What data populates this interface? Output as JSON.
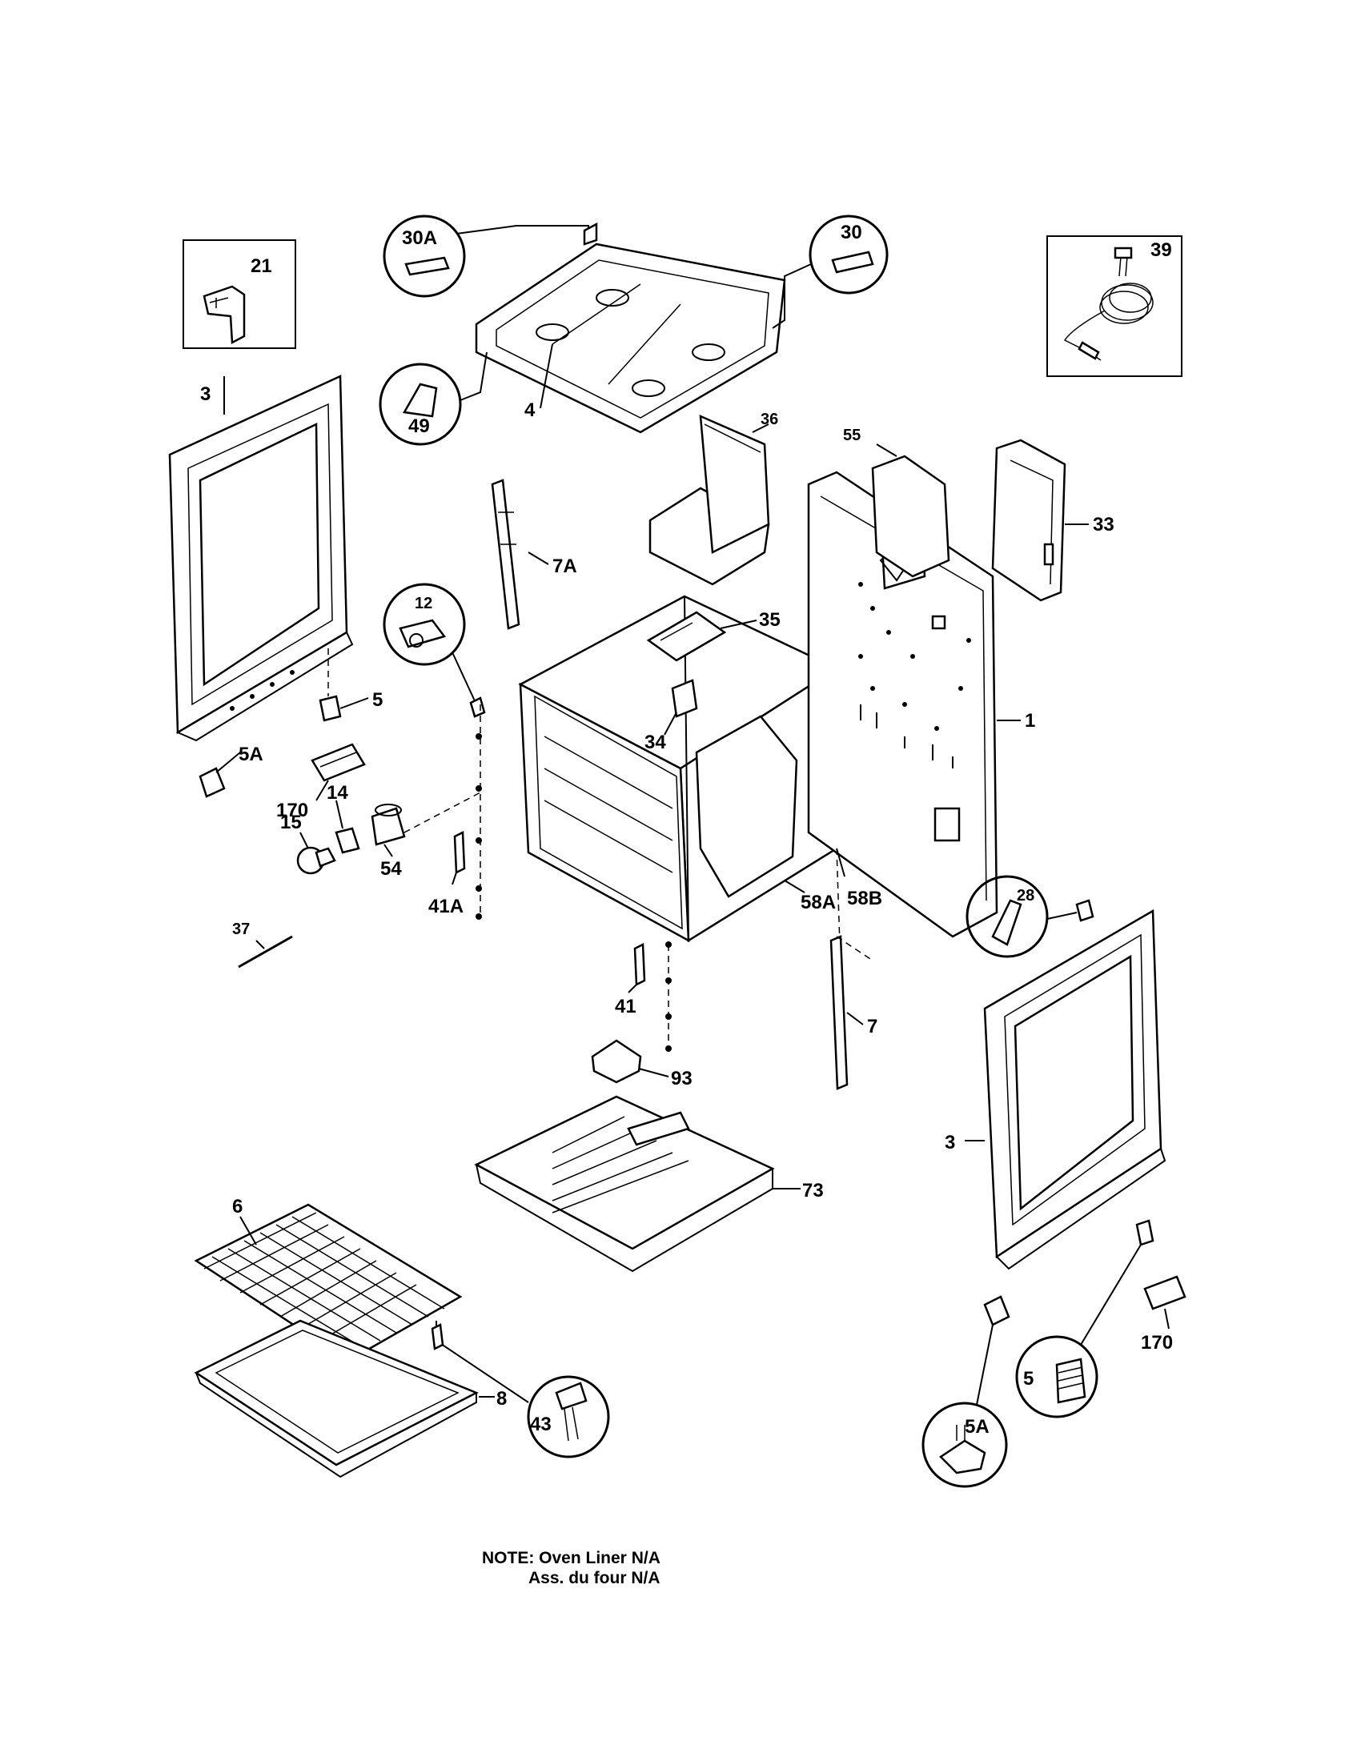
{
  "labels": {
    "l1": "1",
    "l3a": "3",
    "l3b": "3",
    "l4": "4",
    "l5a": "5",
    "l5b": "5",
    "l5Aa": "5A",
    "l5Ab": "5A",
    "l6": "6",
    "l7": "7",
    "l7A": "7A",
    "l8": "8",
    "l12": "12",
    "l14": "14",
    "l15": "15",
    "l21": "21",
    "l28": "28",
    "l30": "30",
    "l30A": "30A",
    "l33": "33",
    "l34": "34",
    "l35": "35",
    "l36": "36",
    "l37": "37",
    "l39": "39",
    "l41": "41",
    "l41A": "41A",
    "l43": "43",
    "l49": "49",
    "l54": "54",
    "l55": "55",
    "l58A": "58A",
    "l58B": "58B",
    "l73": "73",
    "l93": "93",
    "l170a": "170",
    "l170b": "170"
  },
  "note": {
    "line1": "NOTE: Oven Liner N/A",
    "line2": "Ass. du four N/A"
  }
}
